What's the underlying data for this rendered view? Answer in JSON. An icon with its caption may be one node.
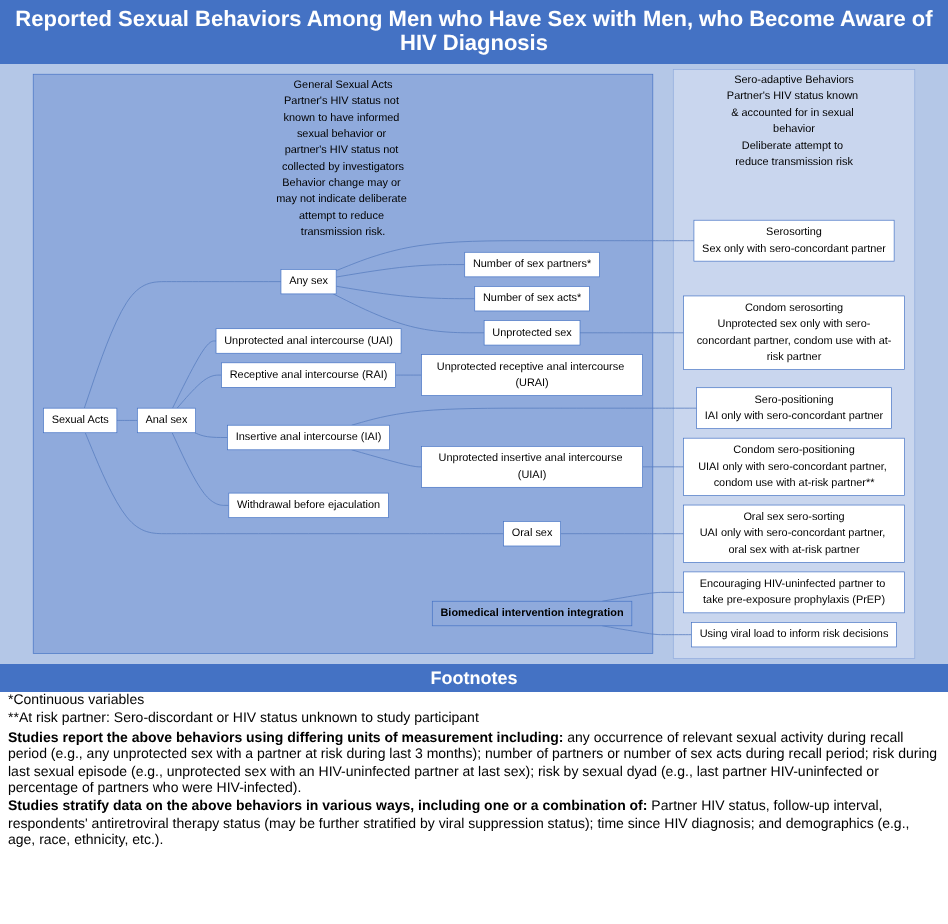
{
  "diagram": {
    "title": "Reported Sexual Behaviors Among Men who Have Sex with Men, who Become Aware of HIV Diagnosis",
    "nodes": [
      {
        "text": [
          "General Sexual Acts",
          "Partner's HIV status not known to have informed sexual behavior or partner's HIV status not collected by investigators",
          "Behavior change may or may not indicate deliberate attempt to reduce transmission risk."
        ]
      },
      {
        "text": [
          "Sero-adaptive Behaviors",
          "Partner's HIV status known & accounted for in sexual behavior",
          "Deliberate attempt to reduce transmission risk"
        ]
      },
      {
        "text": [
          "Sexual Acts"
        ],
        "in": 0
      },
      {
        "text": [
          "Any sex"
        ],
        "in": 0
      },
      {
        "text": [
          "Unprotected sex"
        ],
        "in": 0
      },
      {
        "text": [
          "Number of sex partners*"
        ],
        "in": 0
      },
      {
        "text": [
          "Number of sex acts*"
        ],
        "in": 0
      },
      {
        "text": [
          "Anal sex"
        ],
        "in": 0
      },
      {
        "text": [
          "Unprotected anal intercourse (UAI)"
        ],
        "in": 0
      },
      {
        "text": [
          "Insertive anal intercourse (IAI)"
        ],
        "in": 0
      },
      {
        "text": [
          "Unprotected insertive anal intercourse (UIAI)"
        ],
        "in": 0
      },
      {
        "text": [
          "Receptive anal intercourse (RAI)"
        ],
        "in": 0
      },
      {
        "text": [
          "Unprotected receptive anal intercourse (URAI)"
        ],
        "in": 0
      },
      {
        "text": [
          "Withdrawal before ejaculation"
        ],
        "in": 0
      },
      {
        "text": [
          "Oral sex"
        ],
        "in": 0
      },
      {
        "text": [
          "Biomedical intervention integration"
        ],
        "in": 0
      },
      {
        "text": [
          "Serosorting",
          "Sex only with sero-concordant partner"
        ],
        "in": 1
      },
      {
        "text": [
          "Condom serosorting",
          "Unprotected sex only with sero-concordant partner, condom use with at-risk partner"
        ],
        "in": 1
      },
      {
        "text": [
          "Sero-positioning",
          "IAI only with sero-concordant partner"
        ],
        "in": 1
      },
      {
        "text": [
          "Condom sero-positioning",
          "UIAI only with sero-concordant partner, condom use with at-risk partner**"
        ],
        "in": 1
      },
      {
        "text": [
          "Oral sex sero-sorting",
          "UAI only with sero-concordant partner, oral sex with at-risk partner"
        ],
        "in": 1
      },
      {
        "text": [
          "Encouraging HIV-uninfected partner to take pre-exposure prophylaxis (PrEP)"
        ],
        "in": 1
      },
      {
        "text": [
          "Using viral load to inform risk decisions"
        ],
        "in": 1
      }
    ],
    "edges": [
      {
        "from": 2,
        "to": 3,
        "arrow": "none"
      },
      {
        "from": 3,
        "to": 4,
        "arrow": "none"
      },
      {
        "from": 3,
        "to": 5,
        "arrow": "none"
      },
      {
        "from": 3,
        "to": 6,
        "arrow": "none"
      },
      {
        "from": 3,
        "to": 16,
        "arrow": "none"
      },
      {
        "from": 4,
        "to": 17,
        "arrow": "none"
      },
      {
        "from": 2,
        "to": 7,
        "arrow": "none"
      },
      {
        "from": 7,
        "to": 8,
        "arrow": "none"
      },
      {
        "from": 7,
        "to": 9,
        "arrow": "none"
      },
      {
        "from": 9,
        "to": 10,
        "arrow": "none"
      },
      {
        "from": 9,
        "to": 18,
        "arrow": "none"
      },
      {
        "from": 10,
        "to": 19,
        "arrow": "none"
      },
      {
        "from": 7,
        "to": 11,
        "arrow": "none"
      },
      {
        "from": 11,
        "to": 12,
        "arrow": "none"
      },
      {
        "from": 7,
        "to": 13,
        "arrow": "none"
      },
      {
        "from": 2,
        "to": 14,
        "arrow": "none"
      },
      {
        "from": 14,
        "to": 20,
        "arrow": "none"
      },
      {
        "from": 15,
        "to": 21,
        "arrow": "none"
      },
      {
        "from": 15,
        "to": 22,
        "arrow": "none"
      }
    ],
    "labels": [
      "Footnotes",
      "*Continuous variables",
      "**At risk partner: Sero-discordant or HIV status unknown to study participant",
      "**Studies report the above behaviors using differing units of measurement including:** any occurrence of relevant sexual activity during recall period (e.g., any unprotected sex with a partner at risk during last 3 months); number of partners or number of sex acts during recall period; risk during last sexual episode (e.g., unprotected sex with an HIV-uninfected partner at last sex); risk by sexual dyad (e.g., last partner HIV-uninfected or percentage of partners who were HIV-infected).",
      "**Studies stratify data on the above behaviors in various ways, including one or a combination of:** Partner HIV status, follow-up interval, respondents' antiretroviral therapy status (may be further stratified by viral suppression status); time since HIV diagnosis; and demographics (e.g., age, race, ethnicity, etc.)."
    ]
  }
}
